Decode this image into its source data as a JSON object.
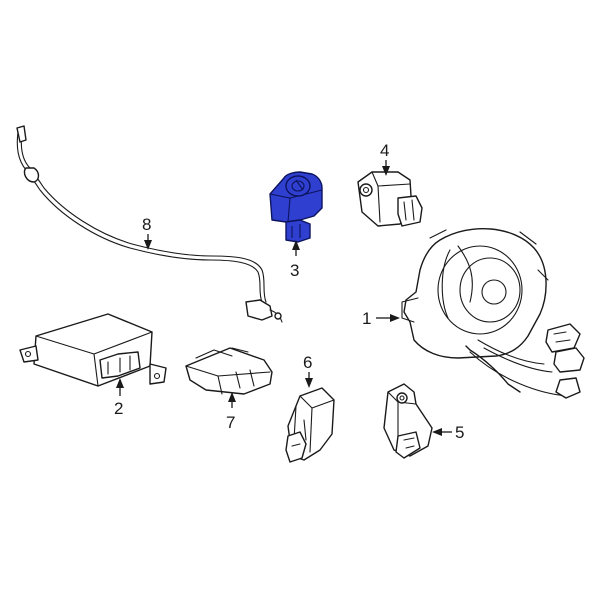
{
  "diagram": {
    "highlight_color": "#2f3fd0",
    "highlighted_part": "3",
    "callouts": [
      {
        "id": "c1",
        "label": "1"
      },
      {
        "id": "c2",
        "label": "2"
      },
      {
        "id": "c3",
        "label": "3"
      },
      {
        "id": "c4",
        "label": "4"
      },
      {
        "id": "c5",
        "label": "5"
      },
      {
        "id": "c6",
        "label": "6"
      },
      {
        "id": "c7",
        "label": "7"
      },
      {
        "id": "c8",
        "label": "8"
      }
    ]
  }
}
